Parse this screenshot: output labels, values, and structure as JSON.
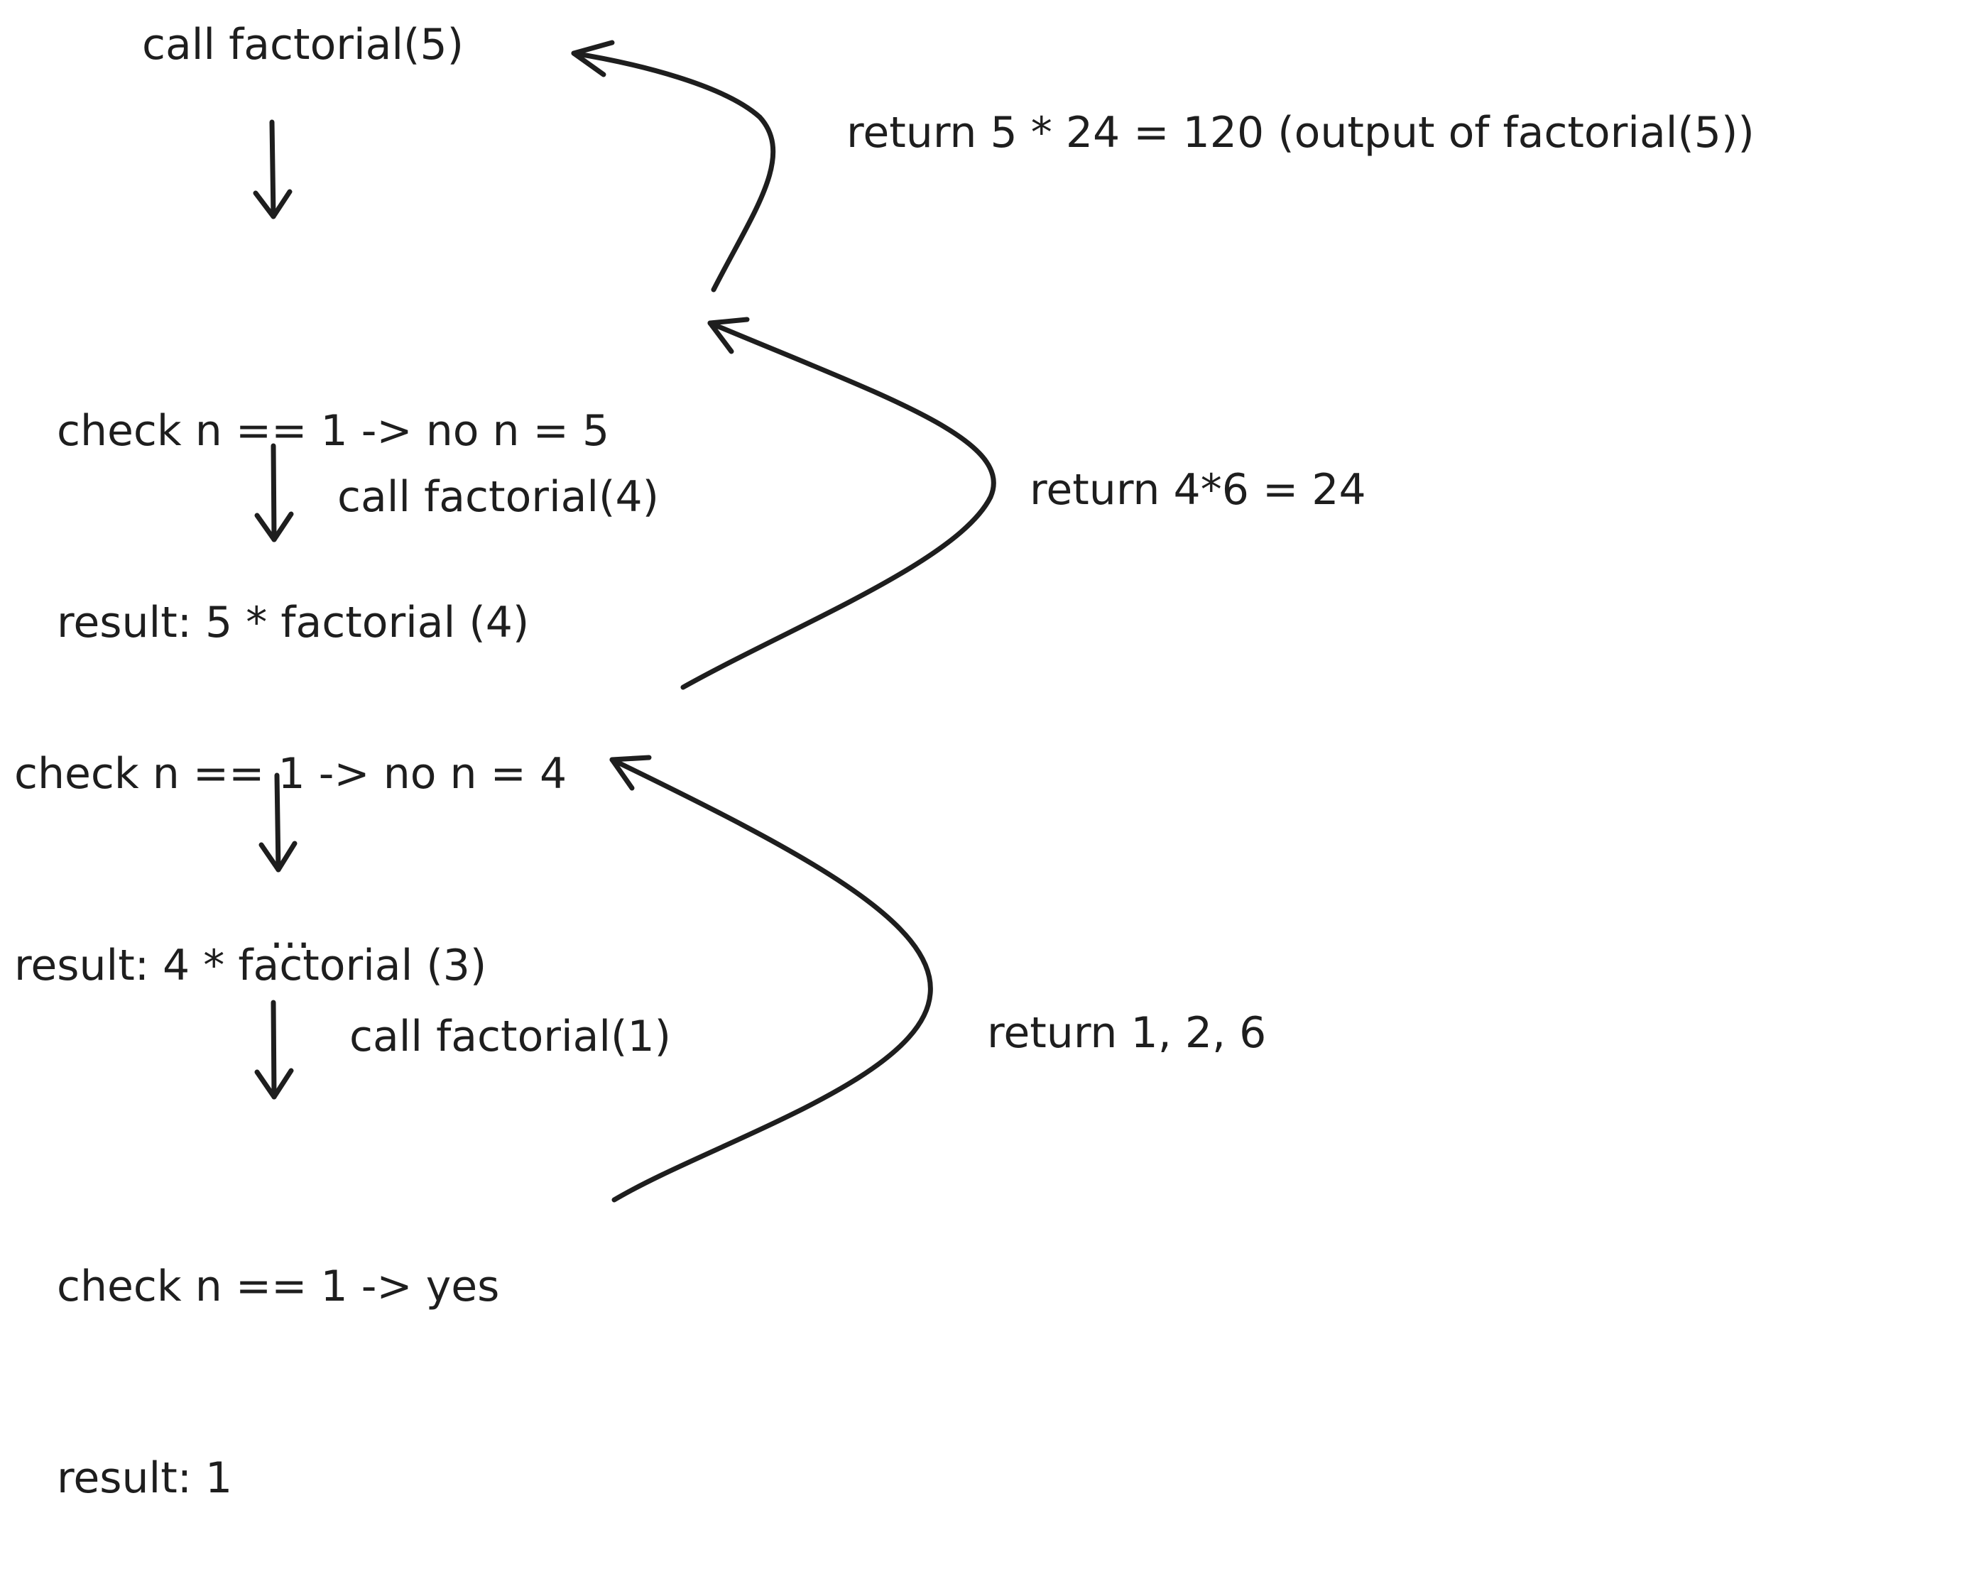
{
  "nodes": {
    "call_factorial_5": "call factorial(5)",
    "check_5": {
      "line1": "check n == 1 -> no n = 5",
      "line2": "result: 5 * factorial (4)"
    },
    "call_factorial_4": "call factorial(4)",
    "check_4": {
      "line1": "check n == 1 -> no n = 4",
      "line2": "result: 4 * factorial (3)"
    },
    "ellipsis": "...",
    "call_factorial_1": "call factorial(1)",
    "check_1": {
      "line1": "check n == 1 -> yes",
      "line2": "result: 1"
    }
  },
  "returns": {
    "return_5": "return 5 * 24 = 120 (output of factorial(5))",
    "return_4": "return 4*6 = 24",
    "return_1_2_6": "return 1, 2, 6"
  },
  "colors": {
    "ink": "#1e1e1e",
    "background": "#ffffff"
  }
}
